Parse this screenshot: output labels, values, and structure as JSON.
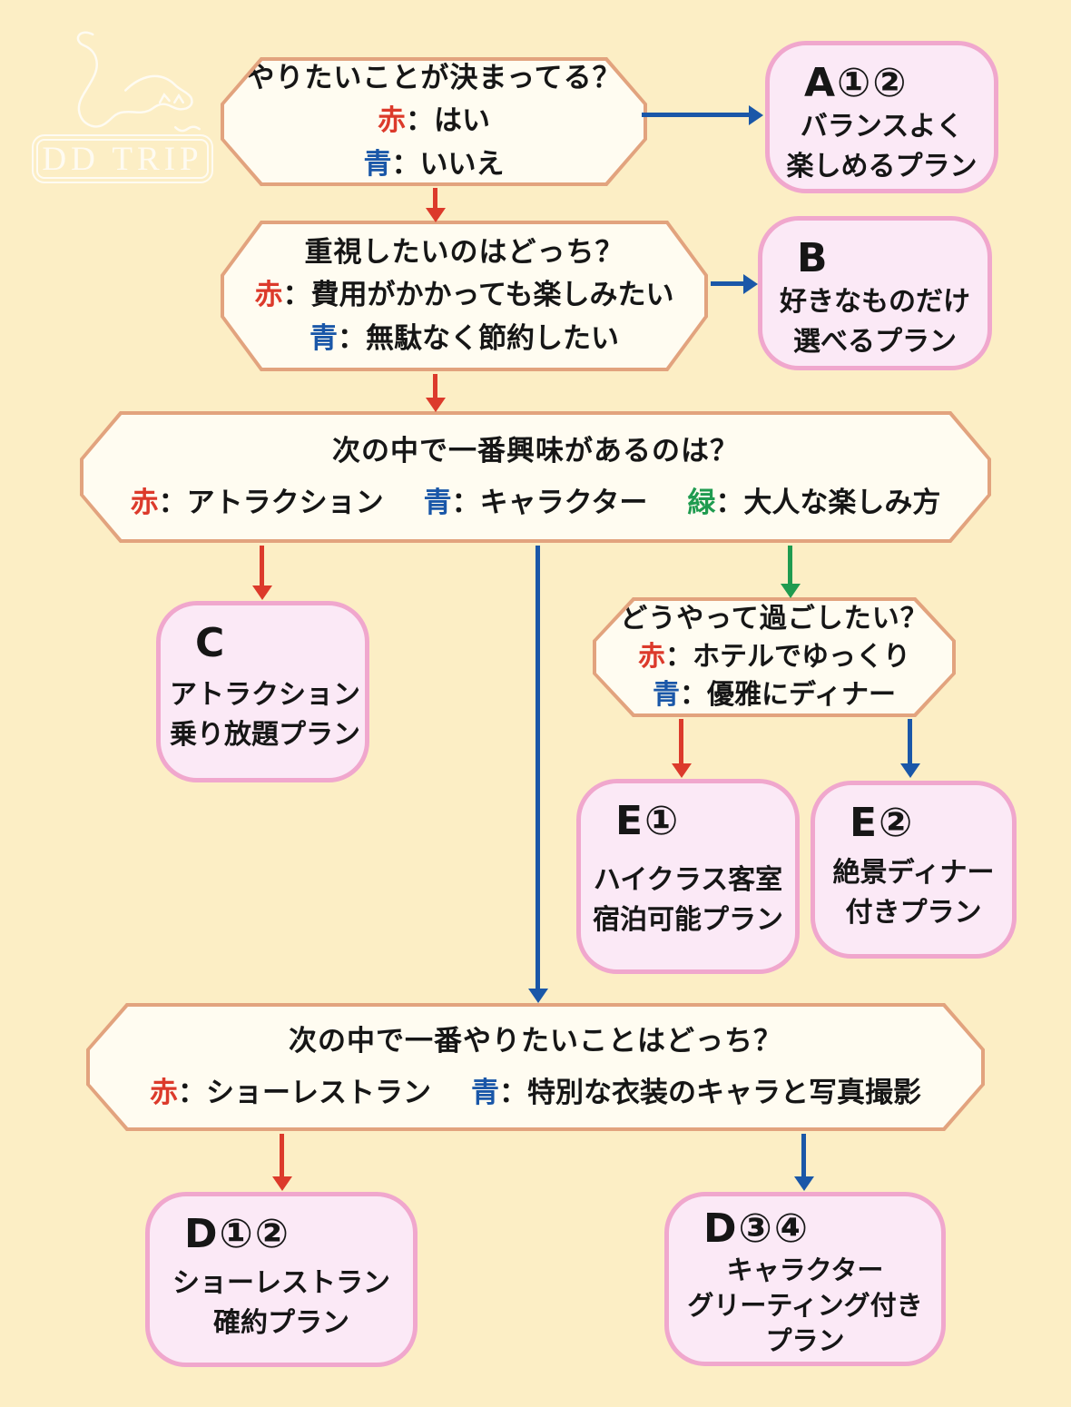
{
  "colors": {
    "background": "#FCEEC5",
    "red": "#DC3A2B",
    "blue": "#1A57A8",
    "green": "#1F9B4F",
    "hex_fill": "#FFFCF1",
    "hex_border": "#E2A37E",
    "plan_fill": "#FBE9F6",
    "plan_border": "#F0A7CD",
    "text": "#161616",
    "logo": "#FFFDF6"
  },
  "logo": {
    "brand": "DD TRIP",
    "icon": "cat-stretching-outline"
  },
  "questions": {
    "q1": {
      "title": "やりたいことが決まってる？",
      "options": [
        {
          "label": "赤",
          "color": "red",
          "text": "：はい"
        },
        {
          "label": "青",
          "color": "blue",
          "text": "：いいえ"
        }
      ]
    },
    "q2": {
      "title": "重視したいのはどっち？",
      "options": [
        {
          "label": "赤",
          "color": "red",
          "text": "：費用がかかっても楽しみたい"
        },
        {
          "label": "青",
          "color": "blue",
          "text": "：無駄なく節約したい"
        }
      ]
    },
    "q3": {
      "title": "次の中で一番興味があるのは？",
      "options": [
        {
          "label": "赤",
          "color": "red",
          "text": "：アトラクション"
        },
        {
          "label": "青",
          "color": "blue",
          "text": "：キャラクター"
        },
        {
          "label": "緑",
          "color": "green",
          "text": "：大人な楽しみ方"
        }
      ]
    },
    "q4": {
      "title": "どうやって過ごしたい？",
      "options": [
        {
          "label": "赤",
          "color": "red",
          "text": "：ホテルでゆっくり"
        },
        {
          "label": "青",
          "color": "blue",
          "text": "：優雅にディナー"
        }
      ]
    },
    "q5": {
      "title": "次の中で一番やりたいことはどっち？",
      "options": [
        {
          "label": "赤",
          "color": "red",
          "text": "：ショーレストラン"
        },
        {
          "label": "青",
          "color": "blue",
          "text": "：特別な衣装のキャラと写真撮影"
        }
      ]
    }
  },
  "plans": {
    "a12": {
      "code": "A①②",
      "lines": [
        "バランスよく",
        "楽しめるプラン"
      ]
    },
    "b": {
      "code": "B",
      "lines": [
        "好きなものだけ",
        "選べるプラン"
      ]
    },
    "c": {
      "code": "C",
      "lines": [
        "アトラクション",
        "乗り放題プラン"
      ]
    },
    "e1": {
      "code": "E①",
      "lines": [
        "ハイクラス客室",
        "宿泊可能プラン"
      ]
    },
    "e2": {
      "code": "E②",
      "lines": [
        "絶景ディナー",
        "付きプラン"
      ]
    },
    "d12": {
      "code": "D①②",
      "lines": [
        "ショーレストラン",
        "確約プラン"
      ]
    },
    "d34": {
      "code": "D③④",
      "lines": [
        "キャラクター",
        "グリーティング付き",
        "プラン"
      ]
    }
  }
}
